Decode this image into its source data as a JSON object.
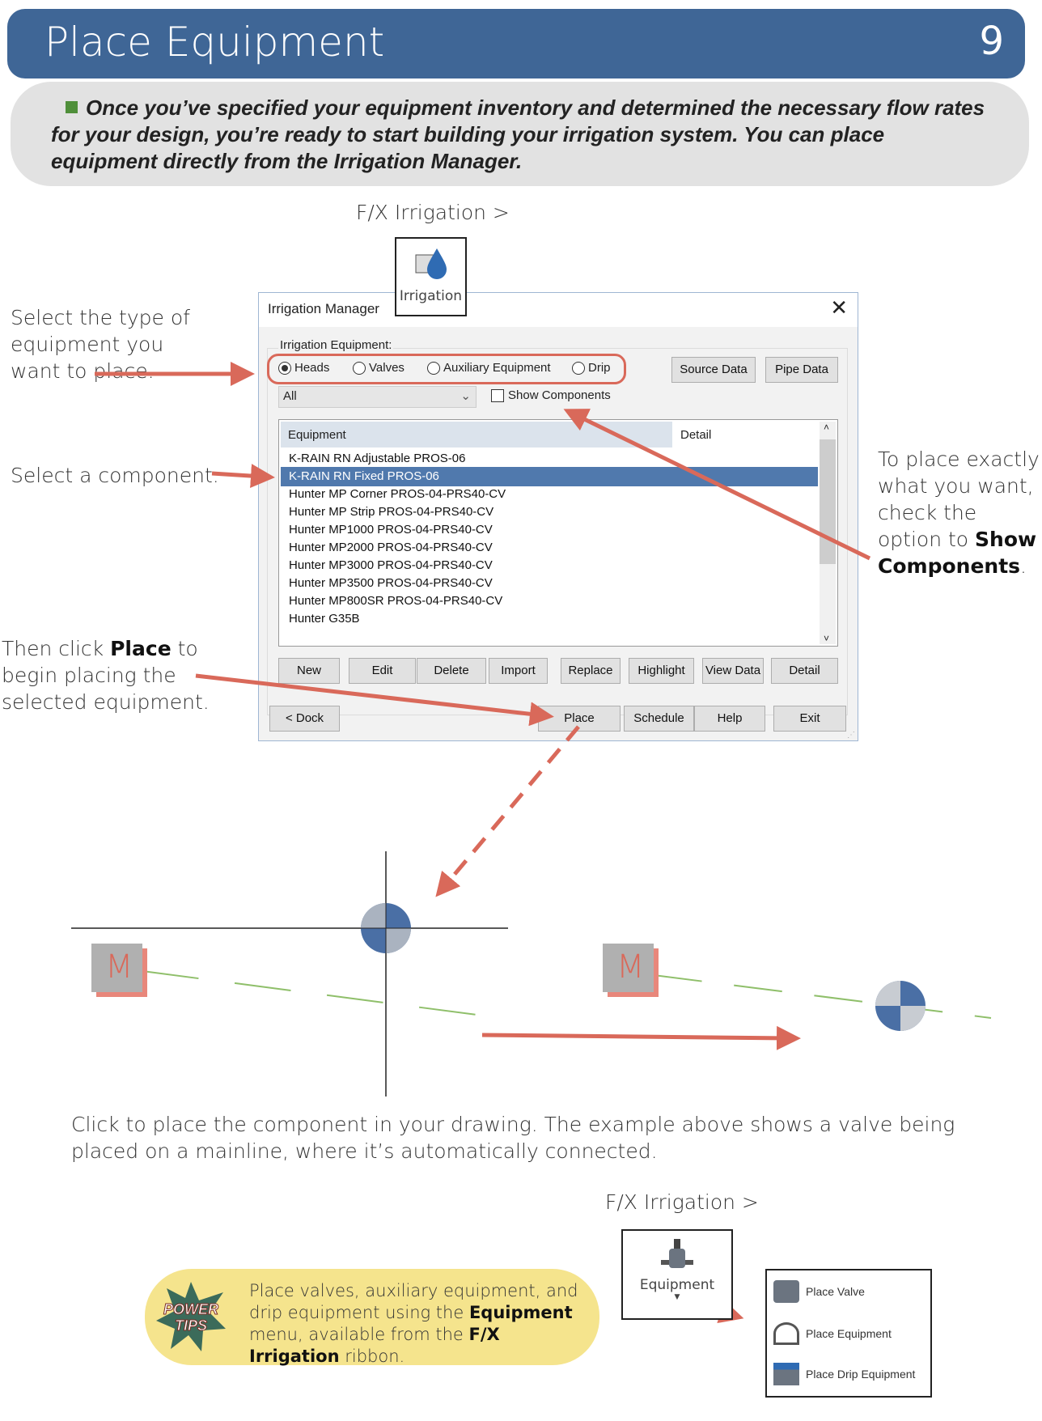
{
  "header": {
    "title": "Place Equipment",
    "page_number": "9"
  },
  "intro": {
    "text": "Once you’ve specified your equipment inventory and determined the necessary flow rates for your design, you’re ready to start building your irrigation system. You can place equipment directly from the Irrigation Manager."
  },
  "ribbon_top": {
    "path": "F/X Irrigation >",
    "button_label": "Irrigation"
  },
  "callouts": {
    "select_type": "Select the type of equipment you want to place.",
    "select_component": "Select a component.",
    "then_click_pre": "Then click ",
    "then_click_bold": "Place",
    "then_click_post": " to begin placing the selected equipment.",
    "show_pre": "To place exactly what you want, check the option to ",
    "show_bold": "Show Components",
    "show_post": "."
  },
  "dialog": {
    "title": "Irrigation Manager",
    "group_label": "Irrigation Equipment:",
    "radios": [
      {
        "label": "Heads",
        "checked": true
      },
      {
        "label": "Valves",
        "checked": false
      },
      {
        "label": "Auxiliary Equipment",
        "checked": false
      },
      {
        "label": "Drip",
        "checked": false
      }
    ],
    "source_data": "Source Data",
    "pipe_data": "Pipe Data",
    "filter_value": "All",
    "show_components": {
      "label": "Show Components",
      "checked": false
    },
    "columns": [
      "Equipment",
      "Detail"
    ],
    "rows": [
      "K-RAIN RN Adjustable PROS-06",
      "K-RAIN RN Fixed PROS-06",
      "Hunter MP Corner PROS-04-PRS40-CV",
      "Hunter MP Strip PROS-04-PRS40-CV",
      "Hunter MP1000 PROS-04-PRS40-CV",
      "Hunter MP2000 PROS-04-PRS40-CV",
      "Hunter MP3000 PROS-04-PRS40-CV",
      "Hunter MP3500 PROS-04-PRS40-CV",
      "Hunter MP800SR PROS-04-PRS40-CV",
      "Hunter G35B"
    ],
    "selected_row": 1,
    "list_buttons": [
      "New",
      "Edit",
      "Delete",
      "Import",
      "Replace",
      "Highlight",
      "View Data",
      "Detail"
    ],
    "dock": "< Dock",
    "bottom_buttons": [
      "Place",
      "Schedule",
      "Help",
      "Exit"
    ]
  },
  "drawing": {
    "marker_label": "M"
  },
  "caption": "Click to place the component in your drawing. The example above shows a valve being placed on a mainline, where it’s automatically connected.",
  "ribbon_bottom": {
    "path": "F/X Irrigation >",
    "button_label": "Equipment",
    "menu": [
      "Place Valve",
      "Place Equipment",
      "Place Drip Equipment"
    ]
  },
  "tips": {
    "badge": "POWER TIPS",
    "pre": "Place valves, auxiliary equipment, and drip equipment using the ",
    "b1": "Equipment",
    "mid": " menu, available from the ",
    "b2": "F/X Irrigation",
    "post": " ribbon."
  },
  "colors": {
    "header": "#3f6696",
    "accent_arrow": "#d9695a",
    "selection": "#5079ad",
    "tips_bg": "#f5e48d"
  }
}
